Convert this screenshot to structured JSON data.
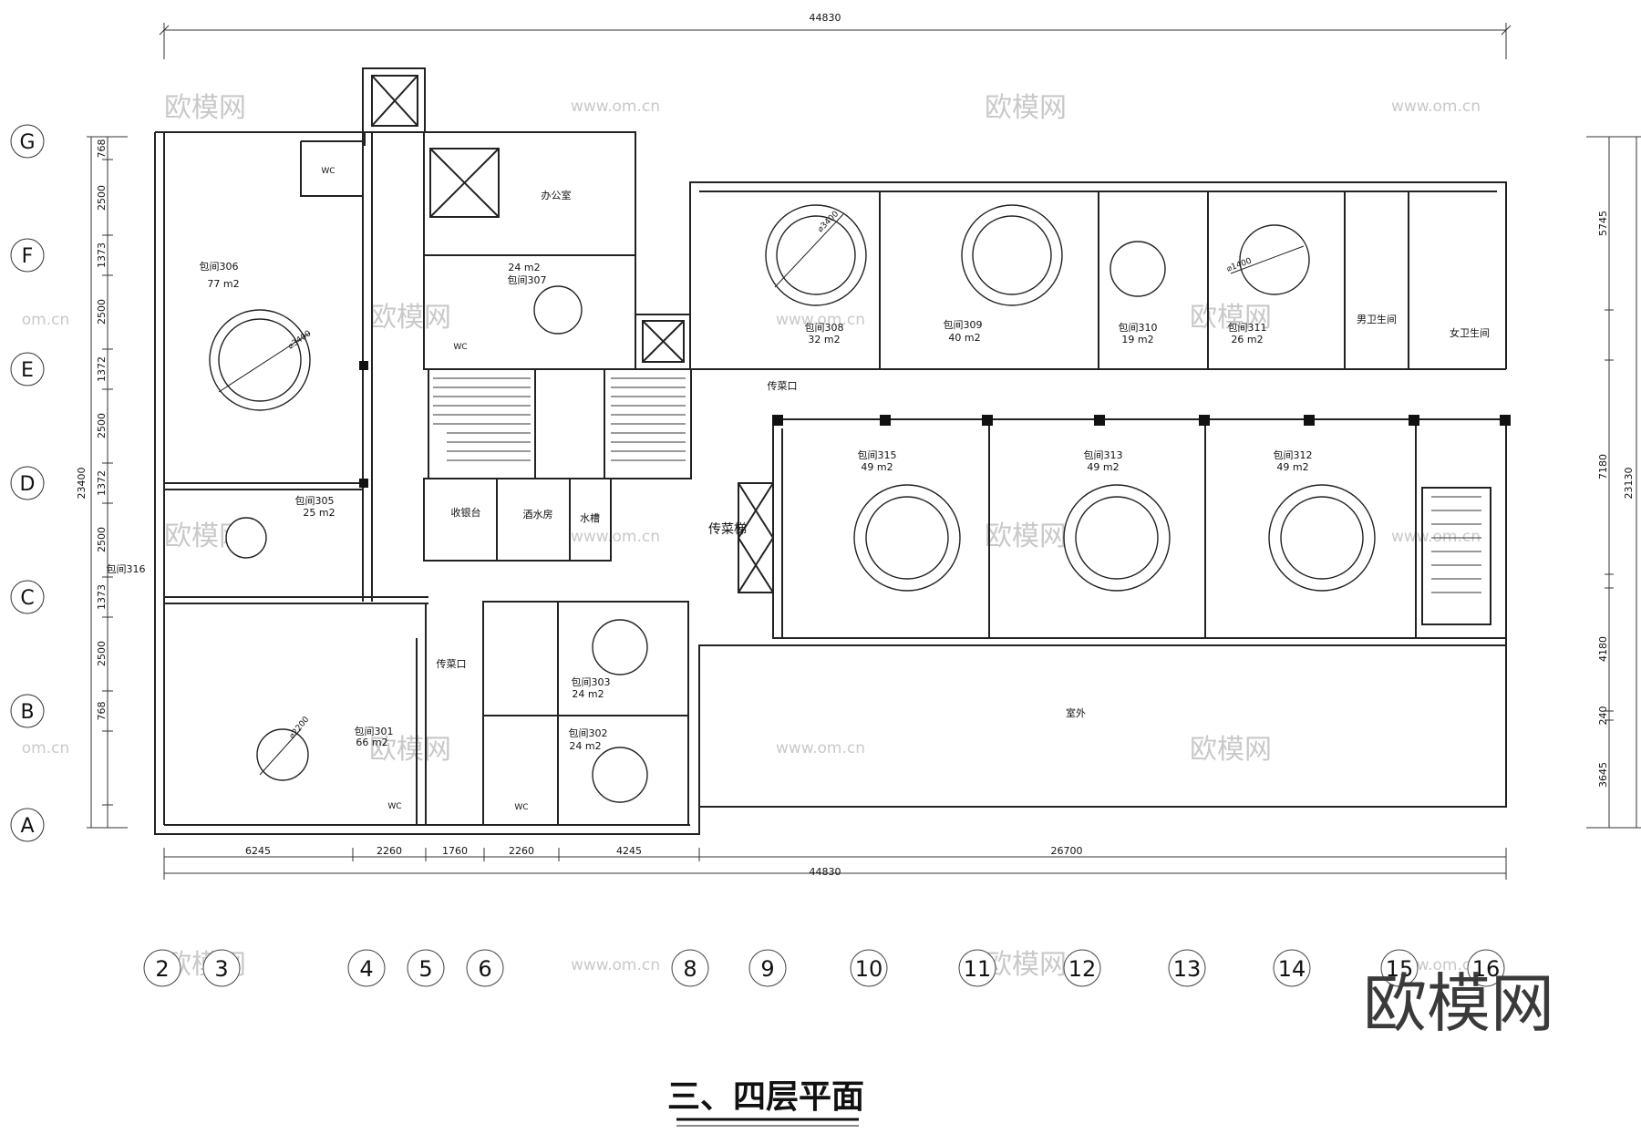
{
  "title": "三、四层平面",
  "watermark_brand": "欧模网",
  "watermark_url": "www.om.cn",
  "watermark_url_partial": "om.cn",
  "dimensions": {
    "top_total": "44830",
    "bottom_total": "44830",
    "bottom_segments": [
      "6245",
      "2260",
      "1760",
      "2260",
      "4245",
      "26700"
    ],
    "left_total": "23400",
    "left_segments": [
      "768",
      "2500",
      "1373",
      "2500",
      "1372",
      "2500",
      "1372",
      "2500",
      "1373",
      "2500",
      "768"
    ],
    "right_total": "23130",
    "right_segments": [
      "5745",
      "7180",
      "4180",
      "240",
      "3645"
    ]
  },
  "row_axes": [
    "G",
    "F",
    "E",
    "D",
    "C",
    "B",
    "A"
  ],
  "column_axes": [
    "2",
    "3",
    "4",
    "5",
    "6",
    "8",
    "9",
    "10",
    "11",
    "12",
    "13",
    "14",
    "15",
    "16"
  ],
  "rooms": {
    "r306_name": "包间306",
    "r306_area": "77 m2",
    "r305_name": "包间305",
    "r305_area": "25 m2",
    "r316_name": "包间316",
    "r301_name": "包间301",
    "r301_area": "66 m2",
    "r307_area": "24 m2",
    "r307_name": "包间307",
    "office": "办公室",
    "r303_name": "包间303",
    "r303_area": "24 m2",
    "r302_name": "包间302",
    "r302_area": "24 m2",
    "r308_name": "包间308",
    "r308_area": "32 m2",
    "r309_name": "包间309",
    "r309_area": "40 m2",
    "r310_name": "包间310",
    "r310_area": "19 m2",
    "r311_name": "包间311",
    "r311_area": "26 m2",
    "men_wc": "男卫生间",
    "women_wc": "女卫生间",
    "r315_name": "包间315",
    "r315_area": "49 m2",
    "r313_name": "包间313",
    "r313_area": "49 m2",
    "r312_name": "包间312",
    "r312_area": "49 m2",
    "cashier": "收银台",
    "bar": "酒水房",
    "sink": "水槽",
    "food_lift": "传菜梯",
    "serving_port": "传菜口",
    "outdoor": "室外",
    "wc": "WC"
  },
  "table_dims": [
    "⌀3400",
    "⌀3400",
    "⌀1400",
    "⌀2200"
  ]
}
